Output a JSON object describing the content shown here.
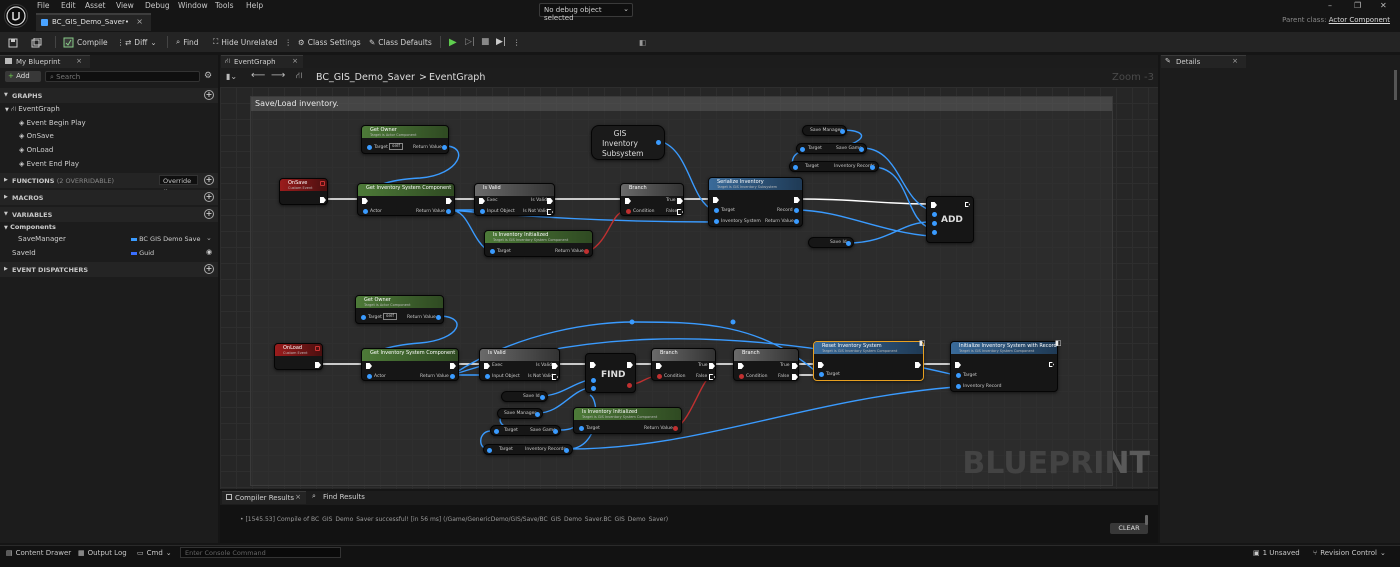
{
  "menu": [
    "File",
    "Edit",
    "Asset",
    "View",
    "Debug",
    "Window",
    "Tools",
    "Help"
  ],
  "doc_tab": "BC_GIS_Demo_Saver•",
  "parent_class": {
    "label": "Parent class:",
    "value": "Actor Component"
  },
  "toolbar": {
    "compile": "Compile",
    "diff": "Diff",
    "find": "Find",
    "hide_unrelated": "Hide Unrelated",
    "class_settings": "Class Settings",
    "class_defaults": "Class Defaults",
    "debug_object": "No debug object selected"
  },
  "left_panel": {
    "tab": "My Blueprint",
    "add": "Add",
    "search_placeholder": "Search",
    "graphs": "GRAPHS",
    "event_graph": "EventGraph",
    "events": [
      "Event Begin Play",
      "OnSave",
      "OnLoad",
      "Event End Play"
    ],
    "functions": "FUNCTIONS",
    "functions_count": "(2 OVERRIDABLE)",
    "override": "Override",
    "macros": "MACROS",
    "variables": "VARIABLES",
    "components": "Components",
    "vars": [
      {
        "name": "SaveManager",
        "type": "BC GIS Demo Save"
      },
      {
        "name": "SaveId",
        "type": "Guid"
      }
    ],
    "dispatchers": "EVENT DISPATCHERS"
  },
  "graph": {
    "tab": "EventGraph",
    "breadcrumb_root": "BC_GIS_Demo_Saver",
    "breadcrumb_sep": ">",
    "breadcrumb_leaf": "EventGraph",
    "zoom": "Zoom -3",
    "comment": "Save/Load inventory.",
    "watermark": "BLUEPRINT",
    "nodes": {
      "get_owner_1": {
        "title": "Get Owner",
        "sub": "Target is Actor Component",
        "target": "Target",
        "self": "self",
        "ret": "Return Value"
      },
      "on_save": {
        "title": "OnSave",
        "sub": "Custom Event"
      },
      "get_inv_comp_1": {
        "title": "Get Inventory System Component",
        "actor": "Actor",
        "ret": "Return Value"
      },
      "is_valid_1": {
        "title": "Is Valid",
        "exec": "Exec",
        "input": "Input Object",
        "valid": "Is Valid",
        "not_valid": "Is Not Valid"
      },
      "is_init_1": {
        "title": "Is Inventory Initialized",
        "sub": "Target is GIS Inventory System Component",
        "target": "Target",
        "ret": "Return Value"
      },
      "gis_subsystem": {
        "title": "GIS Inventory Subsystem"
      },
      "branch_1": {
        "title": "Branch",
        "true": "True",
        "false": "False",
        "cond": "Condition"
      },
      "serialize": {
        "title": "Serialize Inventory",
        "sub": "Target is GIS Inventory Subsystem",
        "target": "Target",
        "record": "Record",
        "inv_sys": "Inventory System",
        "ret": "Return Value"
      },
      "save_manager_1": {
        "title": "Save Manager"
      },
      "save_game_1": {
        "target": "Target",
        "out": "Save Game"
      },
      "inv_records_1": {
        "target": "Target",
        "out": "Inventory Records"
      },
      "save_id_1": {
        "title": "Save Id"
      },
      "add": {
        "title": "ADD"
      },
      "get_owner_2": {
        "title": "Get Owner",
        "sub": "Target is Actor Component",
        "target": "Target",
        "self": "self",
        "ret": "Return Value"
      },
      "on_load": {
        "title": "OnLoad",
        "sub": "Custom Event"
      },
      "get_inv_comp_2": {
        "title": "Get Inventory System Component",
        "actor": "Actor",
        "ret": "Return Value"
      },
      "is_valid_2": {
        "title": "Is Valid",
        "exec": "Exec",
        "input": "Input Object",
        "valid": "Is Valid",
        "not_valid": "Is Not Valid"
      },
      "find": {
        "title": "FIND"
      },
      "branch_2": {
        "title": "Branch",
        "true": "True",
        "false": "False",
        "cond": "Condition"
      },
      "branch_3": {
        "title": "Branch",
        "true": "True",
        "false": "False",
        "cond": "Condition"
      },
      "reset": {
        "title": "Reset Inventory System",
        "sub": "Target is GIS Inventory System Component",
        "target": "Target"
      },
      "init_with_record": {
        "title": "Initialize Inventory System with Record",
        "sub": "Target is GIS Inventory System Component",
        "target": "Target",
        "record": "Inventory Record"
      },
      "save_id_2": {
        "title": "Save Id"
      },
      "save_manager_2": {
        "title": "Save Manager"
      },
      "is_init_2": {
        "title": "Is Inventory Initialized",
        "sub": "Target is GIS Inventory System Component",
        "target": "Target",
        "ret": "Return Value"
      },
      "save_game_2": {
        "target": "Target",
        "out": "Save Game"
      },
      "inv_records_2": {
        "target": "Target",
        "out": "Inventory Records"
      }
    }
  },
  "bottom": {
    "compiler_results": "Compiler Results",
    "find_results": "Find Results",
    "log": "• [1545.53] Compile of BC_GIS_Demo_Saver successful! [in 56 ms] (/Game/GenericDemo/GIS/Save/BC_GIS_Demo_Saver.BC_GIS_Demo_Saver)",
    "clear": "CLEAR"
  },
  "details": {
    "tab": "Details"
  },
  "status": {
    "content_drawer": "Content Drawer",
    "output_log": "Output Log",
    "cmd": "Cmd",
    "console_placeholder": "Enter Console Command",
    "unsaved": "1 Unsaved",
    "revision": "Revision Control"
  }
}
